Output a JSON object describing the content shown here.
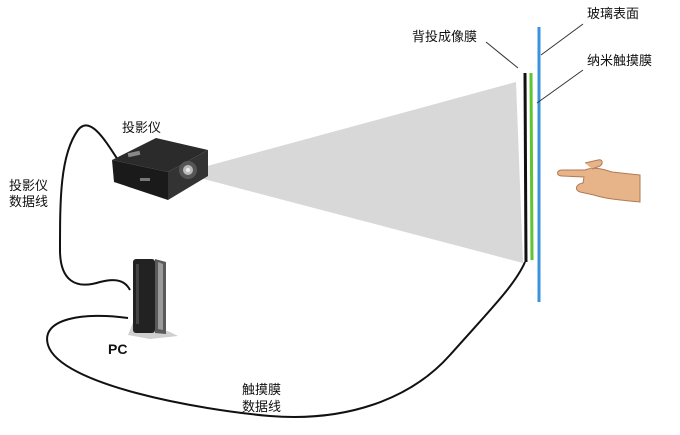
{
  "labels": {
    "glass_surface": "玻璃表面",
    "rear_projection_film": "背投成像膜",
    "nano_touch_film": "纳米触摸膜",
    "projector": "投影仪",
    "projector_cable_line1": "投影仪",
    "projector_cable_line2": "数据线",
    "pc": "PC",
    "touch_cable_line1": "触摸膜",
    "touch_cable_line2": "数据线"
  },
  "colors": {
    "glass": "#3a93dc",
    "nano_film": "#5cc531",
    "projection_film": "#111111",
    "beam": "#d8d8d8",
    "cable": "#111111"
  },
  "icons": {
    "projector": "projector-icon",
    "pc": "thin-client-pc-icon",
    "hand": "pointing-hand-icon"
  }
}
